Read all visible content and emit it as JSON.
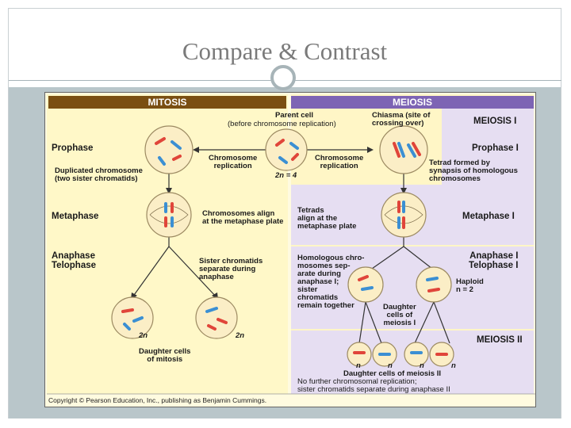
{
  "slide": {
    "title": "Compare & Contrast"
  },
  "figure": {
    "mitosis_header": "MITOSIS",
    "meiosis_header": "MEIOSIS",
    "parent_cell": "Parent cell",
    "parent_cell_sub": "(before chromosome replication)",
    "chiasma": "Chiasma (site of\ncrossing over)",
    "meiosis_i": "MEIOSIS I",
    "meiosis_ii": "MEIOSIS II",
    "prophase_left": "Prophase",
    "prophase_right": "Prophase I",
    "chrom_rep_left": "Chromosome\nreplication",
    "chrom_rep_right": "Chromosome\nreplication",
    "two_n_4": "2n = 4",
    "duplicated": "Duplicated chromosome\n(two sister chromatids)",
    "tetrad_formed": "Tetrad formed by\nsynapsis of homologous\nchromosomes",
    "metaphase_left": "Metaphase",
    "metaphase_right": "Metaphase I",
    "chrom_align": "Chromosomes align\nat the metaphase plate",
    "tetrads_align": "Tetrads\nalign at the\nmetaphase plate",
    "anaphase_left": "Anaphase\nTelophase",
    "anaphase_right": "Anaphase I\nTelophase I",
    "sister_sep": "Sister chromatids\nseparate during\nanaphase",
    "homolog_sep": "Homologous chro-\nmosomes sep-\narate during\nanaphase I;\nsister\nchromatids\nremain together",
    "haploid": "Haploid\nn = 2",
    "daughter_i": "Daughter\ncells of\nmeiosis I",
    "two_n_a": "2n",
    "two_n_b": "2n",
    "daughter_mitosis": "Daughter cells\nof mitosis",
    "n_labels": [
      "n",
      "n",
      "n",
      "n"
    ],
    "daughter_meiosis_ii": "Daughter cells of meiosis II",
    "no_further": "No further chromosomal replication;\nsister chromatids separate during anaphase II",
    "copyright": "Copyright © Pearson Education, Inc., publishing as Benjamin Cummings."
  },
  "colors": {
    "mitosis_header": "#7a4f12",
    "meiosis_header": "#7d64b4",
    "mitosis_bg": "#fff8c8",
    "meiosis_bg": "#e6def2",
    "cell_fill": "#fbeec6",
    "chrom_red": "#e0453a",
    "chrom_blue": "#3b8fd3"
  }
}
